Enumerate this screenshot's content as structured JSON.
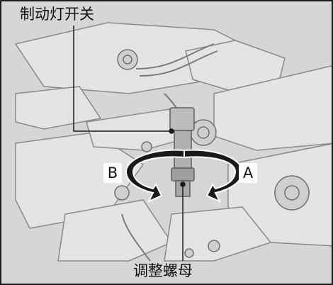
{
  "labels": {
    "top": "制动灯开关",
    "bottom": "调整螺母",
    "direction_b": "B",
    "direction_a": "A"
  },
  "colors": {
    "background": "#d6d6d6",
    "line": "#1a1a1a",
    "arrow_fill": "#1a1a1a",
    "label_box": "#ffffff"
  }
}
